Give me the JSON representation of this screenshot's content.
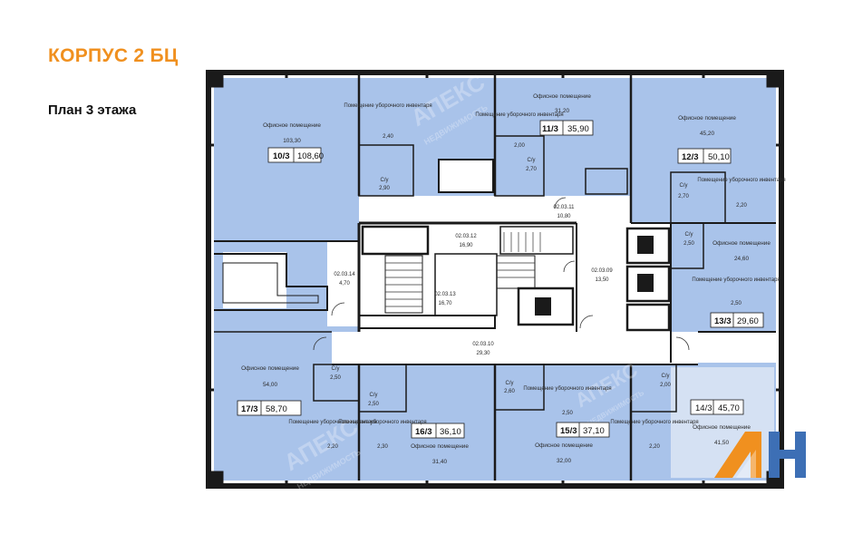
{
  "header": {
    "building": "КОРПУС 2 БЦ",
    "floor_plan": "План 3 этажа"
  },
  "colors": {
    "accent": "#f0901f",
    "office_fill": "#a9c3ea",
    "corridor_fill": "#ffffff",
    "wall": "#1a1a1a",
    "logo_orange": "#f0901f",
    "logo_blue": "#3d6fb5"
  },
  "watermark": {
    "brand": "АПЕКС",
    "sub": "НЕДВИЖИМОСТЬ"
  },
  "units": {
    "u10": {
      "id": "10/3",
      "area": "108,60",
      "office_label": "Офисное помещение",
      "office_area": "103,30",
      "cleaning_label": "Помещение уборочного инвентаря",
      "cleaning_area": "2,40",
      "wc_label": "С/у",
      "wc_area": "2,90"
    },
    "u11": {
      "id": "11/3",
      "area": "35,90",
      "office_label": "Офисное помещение",
      "office_area": "31,20",
      "cleaning_label": "Помещение уборочного инвентаря",
      "cleaning_area": "2,00",
      "wc_label": "С/у",
      "wc_area": "2,70"
    },
    "u12": {
      "id": "12/3",
      "area": "50,10",
      "office_label": "Офисное помещение",
      "office_area": "45,20",
      "cleaning_label": "Помещение уборочного инвентаря",
      "cleaning_area": "2,20",
      "wc_label": "С/у",
      "wc_area": "2,70"
    },
    "u13": {
      "id": "13/3",
      "area": "29,60",
      "office_label": "Офисное помещение",
      "office_area": "24,60",
      "cleaning_label": "Помещение уборочного инвентаря",
      "cleaning_area": "2,50",
      "wc_label": "С/у",
      "wc_area": "2,50"
    },
    "u14": {
      "id": "14/3",
      "area": "45,70",
      "office_label": "Офисное помещение",
      "office_area": "41,50",
      "cleaning_label": "Помещение уборочного инвентаря",
      "cleaning_area": "2,20",
      "wc_label": "С/у",
      "wc_area": "2,00"
    },
    "u15": {
      "id": "15/3",
      "area": "37,10",
      "office_label": "Офисное помещение",
      "office_area": "32,00",
      "cleaning_label": "Помещение уборочного инвентаря",
      "cleaning_area": "2,50",
      "wc_label": "С/у",
      "wc_area": "2,60"
    },
    "u16": {
      "id": "16/3",
      "area": "36,10",
      "office_label": "Офисное помещение",
      "office_area": "31,40",
      "cleaning_label": "Помещение уборочного инвентаря",
      "cleaning_area": "2,30",
      "wc_label": "С/у",
      "wc_area": "2,50"
    },
    "u17": {
      "id": "17/3",
      "area": "58,70",
      "office_label": "Офисное помещение",
      "office_area": "54,00",
      "cleaning_label": "Помещение уборочного инвентаря",
      "cleaning_area": "2,20",
      "wc_label": "С/у",
      "wc_area": "2,50"
    }
  },
  "common": {
    "r09": {
      "code": "02.03.09",
      "area": "13,50"
    },
    "r10": {
      "code": "02.03.10",
      "area": "29,30"
    },
    "r11": {
      "code": "02.03.11",
      "area": "10,80"
    },
    "r12": {
      "code": "02.03.12",
      "area": "16,90"
    },
    "r13": {
      "code": "02.03.13",
      "area": "16,70"
    },
    "r14": {
      "code": "02.03.14",
      "area": "4,70"
    }
  }
}
